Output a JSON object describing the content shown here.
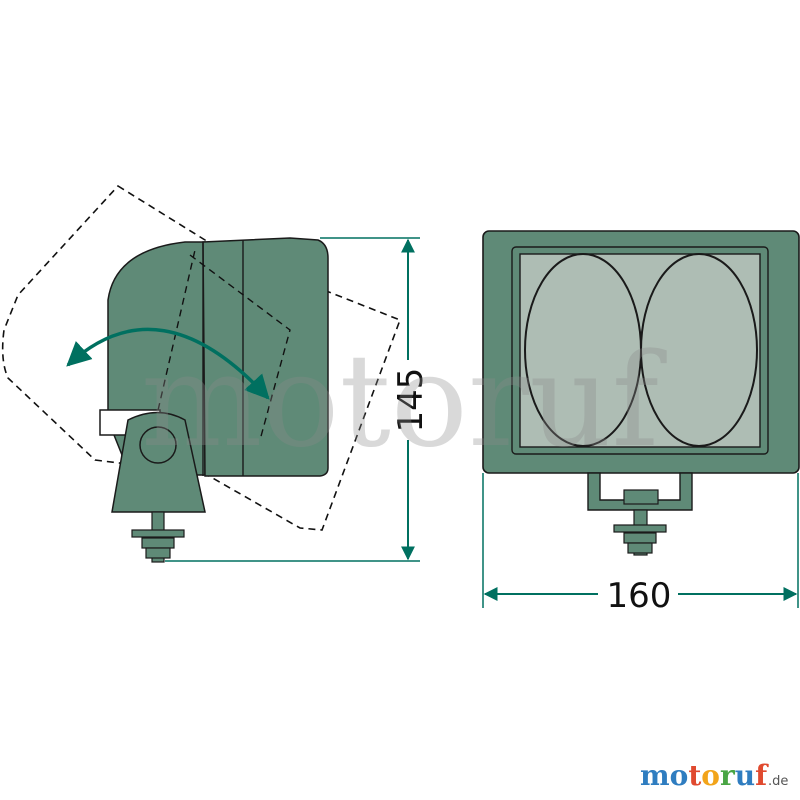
{
  "dimensions": {
    "height": "145",
    "width": "160"
  },
  "watermark": {
    "text": "motoruf"
  },
  "logo": {
    "letters": [
      "m",
      "o",
      "t",
      "o",
      "r",
      "u",
      "f"
    ],
    "letter_colors": [
      "#2f7dc0",
      "#2f7dc0",
      "#e04a2f",
      "#f2a41a",
      "#49a544",
      "#2f7dc0",
      "#e04a2f"
    ],
    "suffix": ".de"
  },
  "colors": {
    "housing": "#5f8a77",
    "lens": "#aebdb4",
    "dimension_line": "#007060",
    "outline": "#1a1a1a"
  }
}
